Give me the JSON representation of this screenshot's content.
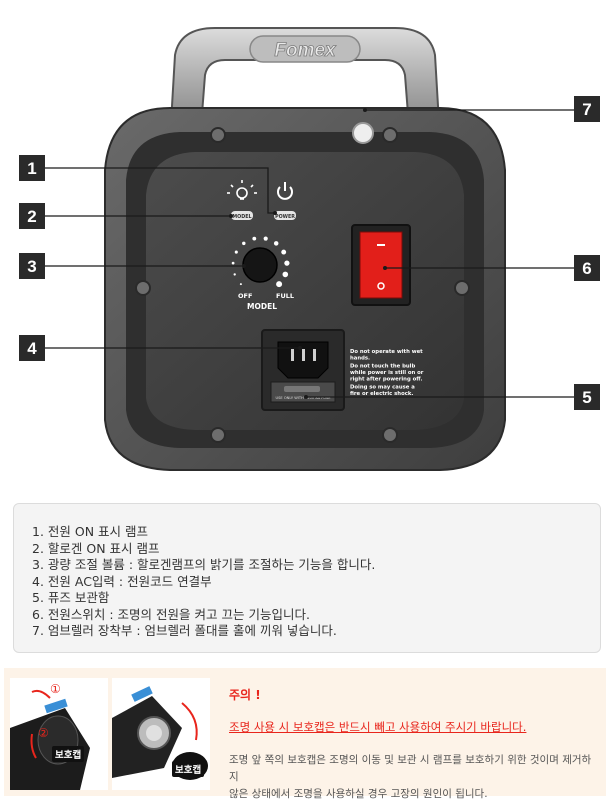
{
  "brand": "Fomex",
  "callouts": [
    "1",
    "2",
    "3",
    "4",
    "5",
    "6",
    "7"
  ],
  "panel": {
    "model_label": "MODEL",
    "power_label": "POWER",
    "dial_off": "OFF",
    "dial_full": "FULL",
    "dial_title": "MODEL",
    "warning_lines": [
      "Do not operate with wet",
      "hands.",
      "Do not touch the bulb",
      "while power is still on or",
      "right after powering off.",
      "Doing so may cause a",
      "fire or electric shock."
    ],
    "fuse_label": "USE ONLY WITH 250V 8A FUSE"
  },
  "legend": [
    "1. 전원 ON 표시 램프",
    "2. 할로겐 ON 표시 램프",
    "3. 광량 조절 볼륨 : 할로겐램프의 밝기를 조절하는 기능을 합니다.",
    "4. 전원 AC입력 : 전원코드 연결부",
    "5. 퓨즈 보관함",
    "6. 전원스위치 : 조명의 전원을 켜고 끄는 기능입니다.",
    "7. 엄브렐러 장착부 : 엄브렐러 폴대를 홀에 끼워 넣습니다."
  ],
  "caution": {
    "title": "주의 !",
    "warning": "조명 사용 시 보호캡은 반드시 빼고 사용하여 주시기 바랍니다.",
    "desc_lines": [
      "조명 앞 쪽의 보호캡은 조명의 이동 및 보관 시 램프를 보호하기 위한 것이며 제거하지",
      "않은 상태에서 조명을 사용하실 경우 고장의 원인이 됩니다."
    ],
    "step1": "①",
    "step2": "②",
    "cap_label": "보호캡"
  },
  "colors": {
    "accent": "#e8251c",
    "callout": "#2a2a2a",
    "body": "#4e4e4e"
  }
}
